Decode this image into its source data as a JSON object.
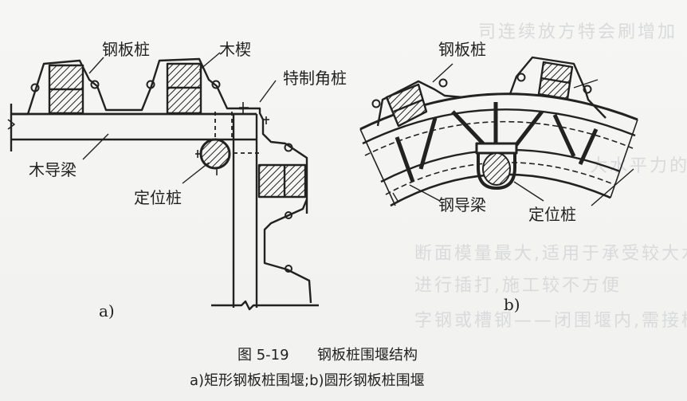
{
  "figure": {
    "number_label": "图 5-19",
    "title": "钢板桩围堰结构",
    "caption": "a)矩形钢板桩围堰;b)圆形钢板桩围堰"
  },
  "diagram_a": {
    "sublabel": "a)",
    "labels": {
      "steel_sheet_pile": "钢板桩",
      "wood_wedge": "木楔",
      "special_corner_pile": "特制角桩",
      "wood_guide_beam": "木导梁",
      "positioning_pile": "定位桩"
    }
  },
  "diagram_b": {
    "sublabel": "b)",
    "labels": {
      "steel_sheet_pile": "钢板桩",
      "steel_guide_beam": "钢导梁",
      "positioning_pile": "定位桩"
    }
  },
  "colors": {
    "ink": "#222222",
    "paper": "#f3f3f1",
    "bleed_through": "#d9dadb"
  }
}
